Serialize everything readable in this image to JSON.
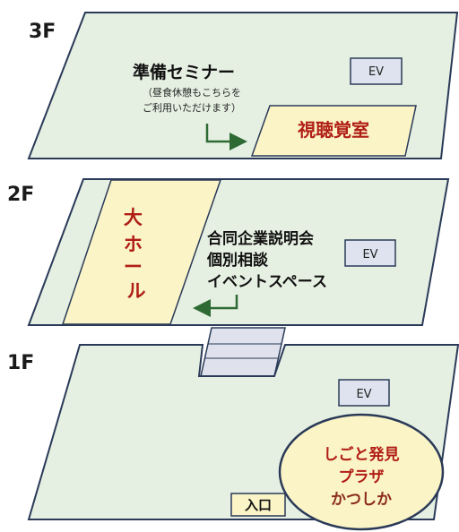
{
  "floors": {
    "f3": {
      "label": "3F",
      "ev": "EV",
      "seminar_label": "準備セミナー",
      "seminar_note_1": "（昼食休憩もこちらを",
      "seminar_note_2": "ご利用いただけます）",
      "room_label": "視聴覚室"
    },
    "f2": {
      "label": "2F",
      "ev": "EV",
      "hall_label": "大ホール",
      "events": [
        "合同企業説明会",
        "個別相談",
        "イベントスペース"
      ]
    },
    "f1": {
      "label": "1F",
      "ev": "EV",
      "entrance_label": "入口",
      "plaza_lines": [
        "しごと発見",
        "プラザ",
        "かつしか"
      ]
    }
  },
  "colors": {
    "floor_fill": "#e6f0e2",
    "floor_stroke": "#2a3a58",
    "room_fill": "#fbf4c6",
    "ev_fill": "#dfe3ef",
    "arrow": "#2e6a34",
    "accent_red": "#b01e16",
    "plaza_text": "#c01f18",
    "plaza_text_alt": "#8a2a1e"
  }
}
